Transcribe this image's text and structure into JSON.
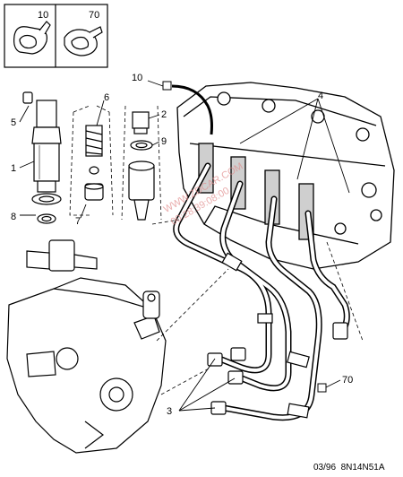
{
  "inset": {
    "left_label": "10",
    "right_label": "70"
  },
  "callouts": {
    "c1": "1",
    "c2": "2",
    "c3": "3",
    "c4": "4",
    "c5": "5",
    "c6": "6",
    "c7": "7",
    "c8": "8",
    "c9": "9",
    "c10": "10",
    "c70": "70"
  },
  "watermark": {
    "line1": "WWW.ZDCAR.COM",
    "line2": "00:28:39:08:00"
  },
  "footer": {
    "reference": "03/96  8N14N51A"
  },
  "colors": {
    "line": "#000000",
    "pipe_fill": "#ffffff",
    "shade": "#cfcfcf",
    "accent": "#e08a8a"
  }
}
